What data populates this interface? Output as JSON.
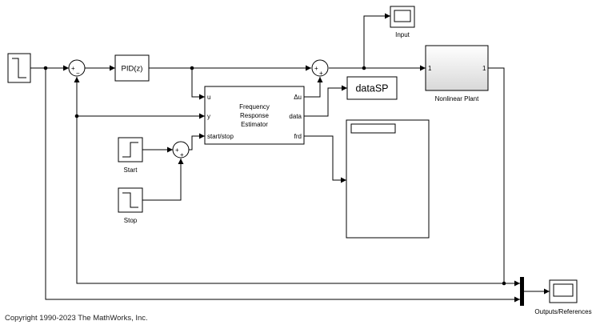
{
  "blocks": {
    "pid": "PID(z)",
    "dataSP": "dataSP",
    "plant": {
      "name": "Nonlinear Plant",
      "in_port": "1",
      "out_port": "1"
    },
    "input_scope": "Input",
    "outputs_scope": "Outputs/References",
    "start": "Start",
    "stop": "Stop",
    "estimator": {
      "title_lines": [
        "Frequency",
        "Response",
        "Estimator"
      ],
      "in_ports": [
        "u",
        "y",
        "start/stop"
      ],
      "out_ports": [
        "Δu",
        "data",
        "frd"
      ]
    },
    "sum_signs": {
      "error": {
        "a": "+",
        "b": "−"
      },
      "perturb": {
        "a": "+",
        "b": "+"
      },
      "trigger": {
        "a": "+",
        "b": "+"
      }
    }
  },
  "copyright": "Copyright 1990-2023 The MathWorks, Inc."
}
